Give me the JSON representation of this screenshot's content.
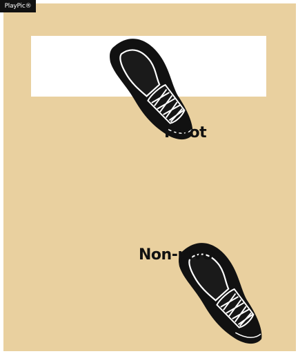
{
  "badge": {
    "text": "PlayPic®"
  },
  "diagram": {
    "labels": {
      "pivot": "Pivot",
      "non_pivot": "Non-pivot"
    },
    "colors": {
      "background": "#e9d09f",
      "panel": "#ffffff",
      "shoe": "#111111",
      "text": "#111111"
    }
  }
}
